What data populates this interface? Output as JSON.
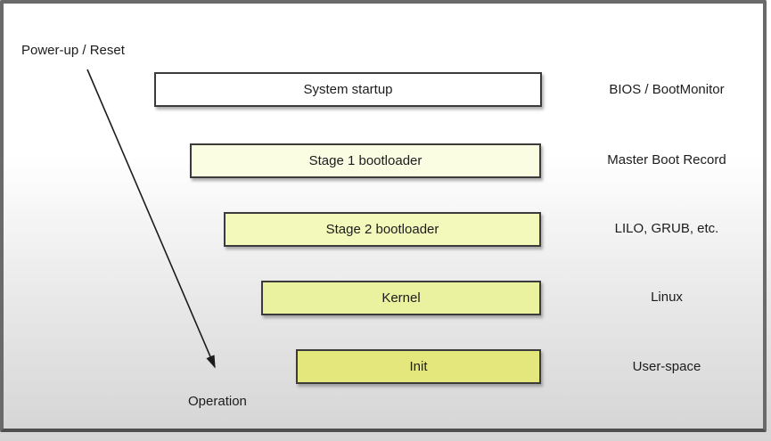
{
  "diagram": {
    "start_label": "Power-up / Reset",
    "end_label": "Operation",
    "stages": [
      {
        "label": "System startup",
        "side_label": "BIOS / BootMonitor",
        "color": "#ffffff"
      },
      {
        "label": "Stage 1 bootloader",
        "side_label": "Master Boot Record",
        "color": "#fafde2"
      },
      {
        "label": "Stage 2 bootloader",
        "side_label": "LILO, GRUB, etc.",
        "color": "#f3f8bb"
      },
      {
        "label": "Kernel",
        "side_label": "Linux",
        "color": "#eaf19f"
      },
      {
        "label": "Init",
        "side_label": "User-space",
        "color": "#e4e87c"
      }
    ],
    "colors": {
      "frame_border": "#6a6a6a",
      "box_border": "#3b3b3b",
      "arrow": "#1c1c1c",
      "background_top": "#ffffff",
      "background_bottom": "#d5d5d5"
    }
  }
}
